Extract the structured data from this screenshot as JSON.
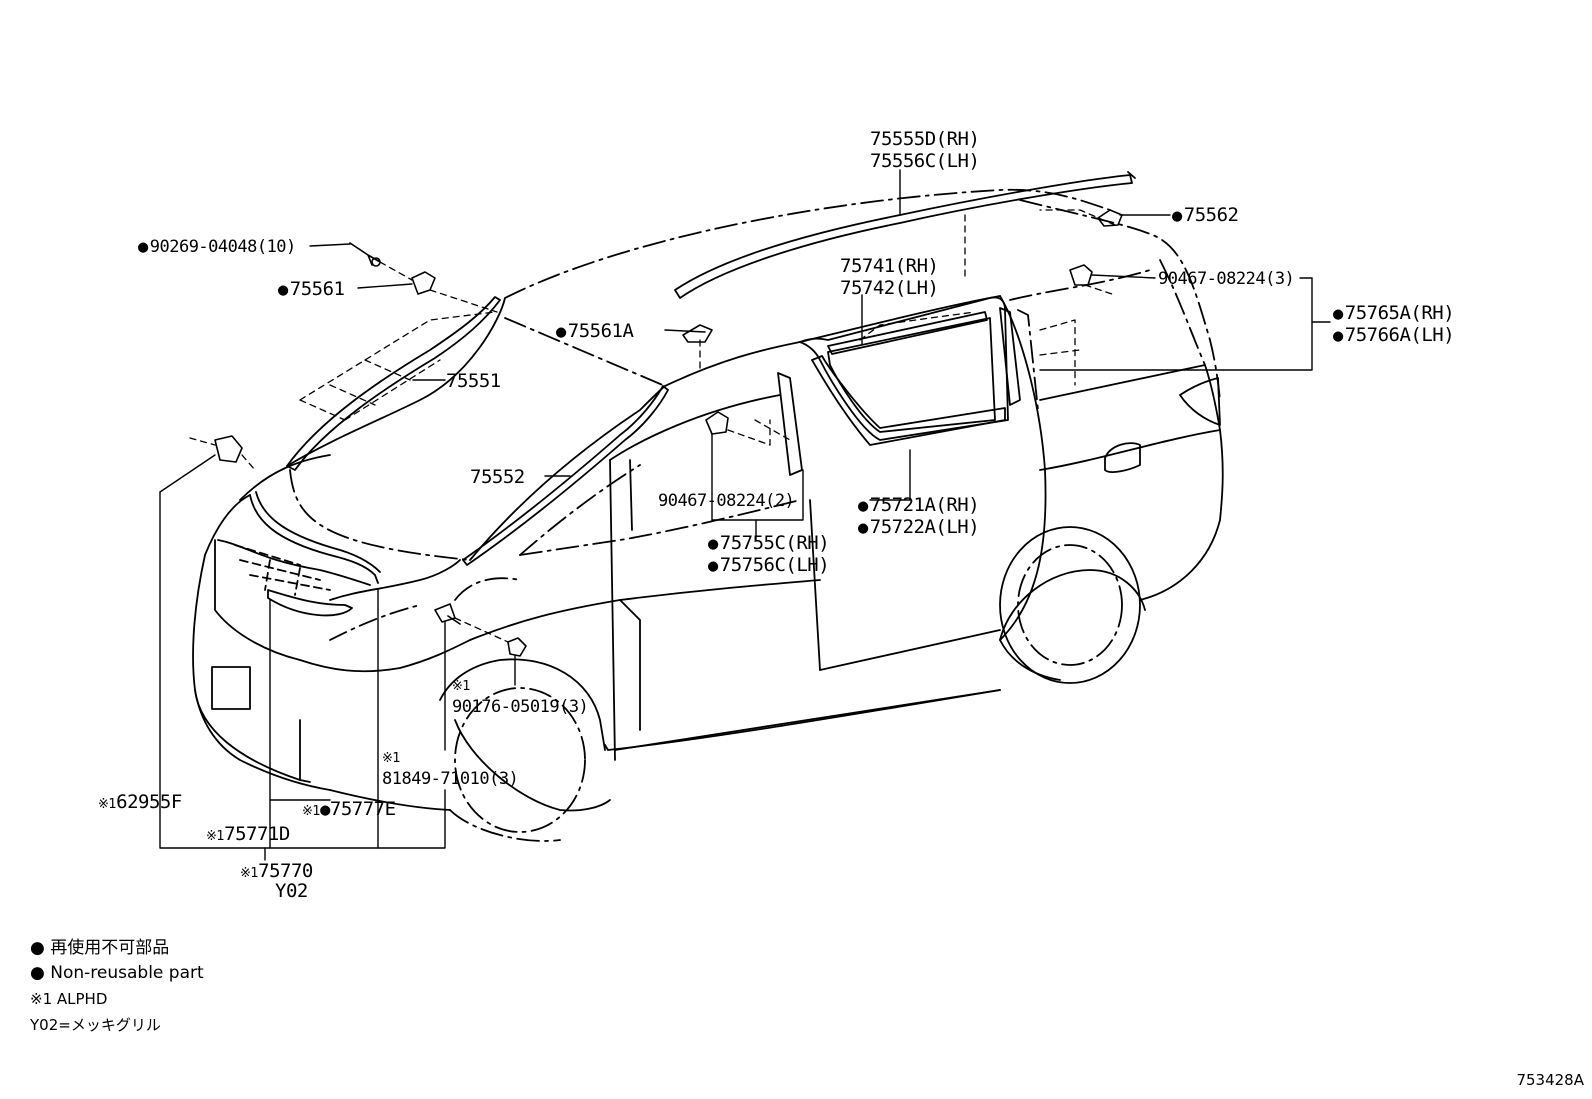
{
  "callouts": {
    "p75555": [
      "75555D(RH)",
      "75556C(LH)"
    ],
    "p75562": "75562",
    "p90269": "90269-04048(10)",
    "p75561": "75561",
    "p75741": [
      "75741(RH)",
      "75742(LH)"
    ],
    "p90467_3": "90467-08224(3)",
    "p75765": [
      "75765A(RH)",
      "75766A(LH)"
    ],
    "p75561A": "75561A",
    "p75551": "75551",
    "p75552": "75552",
    "p90467_2": "90467-08224(2)",
    "p75721": [
      "75721A(RH)",
      "75722A(LH)"
    ],
    "p75755": [
      "75755C(RH)",
      "75756C(LH)"
    ],
    "p90176_note": "※1",
    "p90176": "90176-05019(3)",
    "p81849_note": "※1",
    "p81849": "81849-71010(3)",
    "p62955_note": "※1",
    "p62955": "62955F",
    "p75777_note": "※1",
    "p75777": "75777E",
    "p75771_note": "※1",
    "p75771": "75771D",
    "p75770_note": "※1",
    "p75770": "75770",
    "y02": "Y02"
  },
  "legend": {
    "line1": "再使用不可部品",
    "line2": "Non-reusable part",
    "line3": "※1 ALPHD",
    "line4": "Y02=メッキグリル"
  },
  "diagram_code": "753428A"
}
